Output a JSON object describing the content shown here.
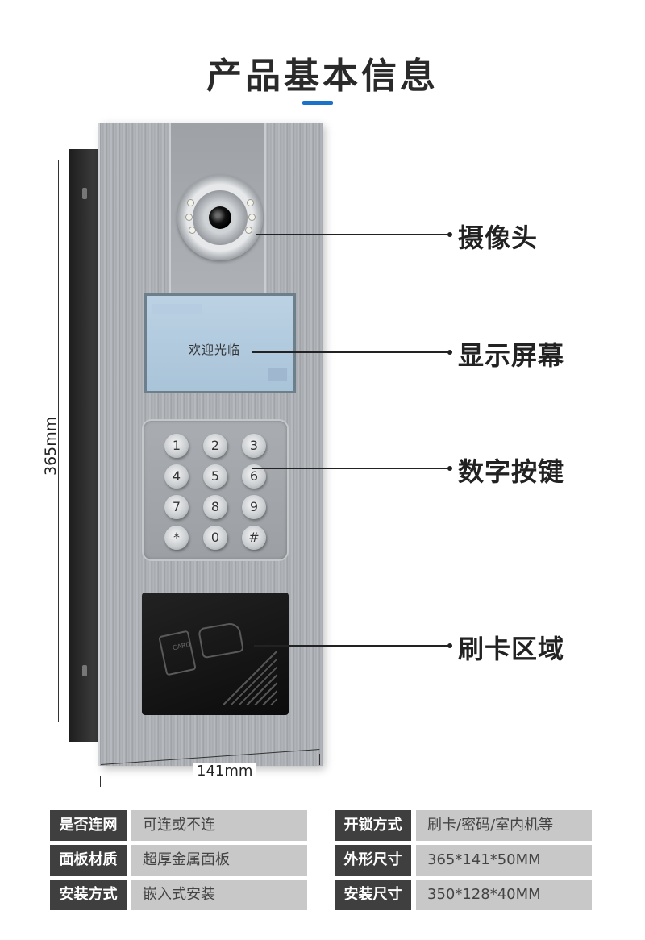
{
  "title": "产品基本信息",
  "colors": {
    "accent": "#1a73c8",
    "table_key_bg": "#3f3f3f",
    "table_val_bg": "#c8c8c8"
  },
  "screen_text": "欢迎光临",
  "card_label": "CARD",
  "keypad": [
    "1",
    "2",
    "3",
    "4",
    "5",
    "6",
    "7",
    "8",
    "9",
    "*",
    "0",
    "#"
  ],
  "callouts": [
    "摄像头",
    "显示屏幕",
    "数字按键",
    "刷卡区域"
  ],
  "dimensions": {
    "height": "365mm",
    "width": "141mm"
  },
  "specs": [
    {
      "key": "是否连网",
      "value": "可连或不连"
    },
    {
      "key": "开锁方式",
      "value": "刷卡/密码/室内机等"
    },
    {
      "key": "面板材质",
      "value": "超厚金属面板"
    },
    {
      "key": "外形尺寸",
      "value": "365*141*50MM"
    },
    {
      "key": "安装方式",
      "value": "嵌入式安装"
    },
    {
      "key": "安装尺寸",
      "value": "350*128*40MM"
    }
  ]
}
